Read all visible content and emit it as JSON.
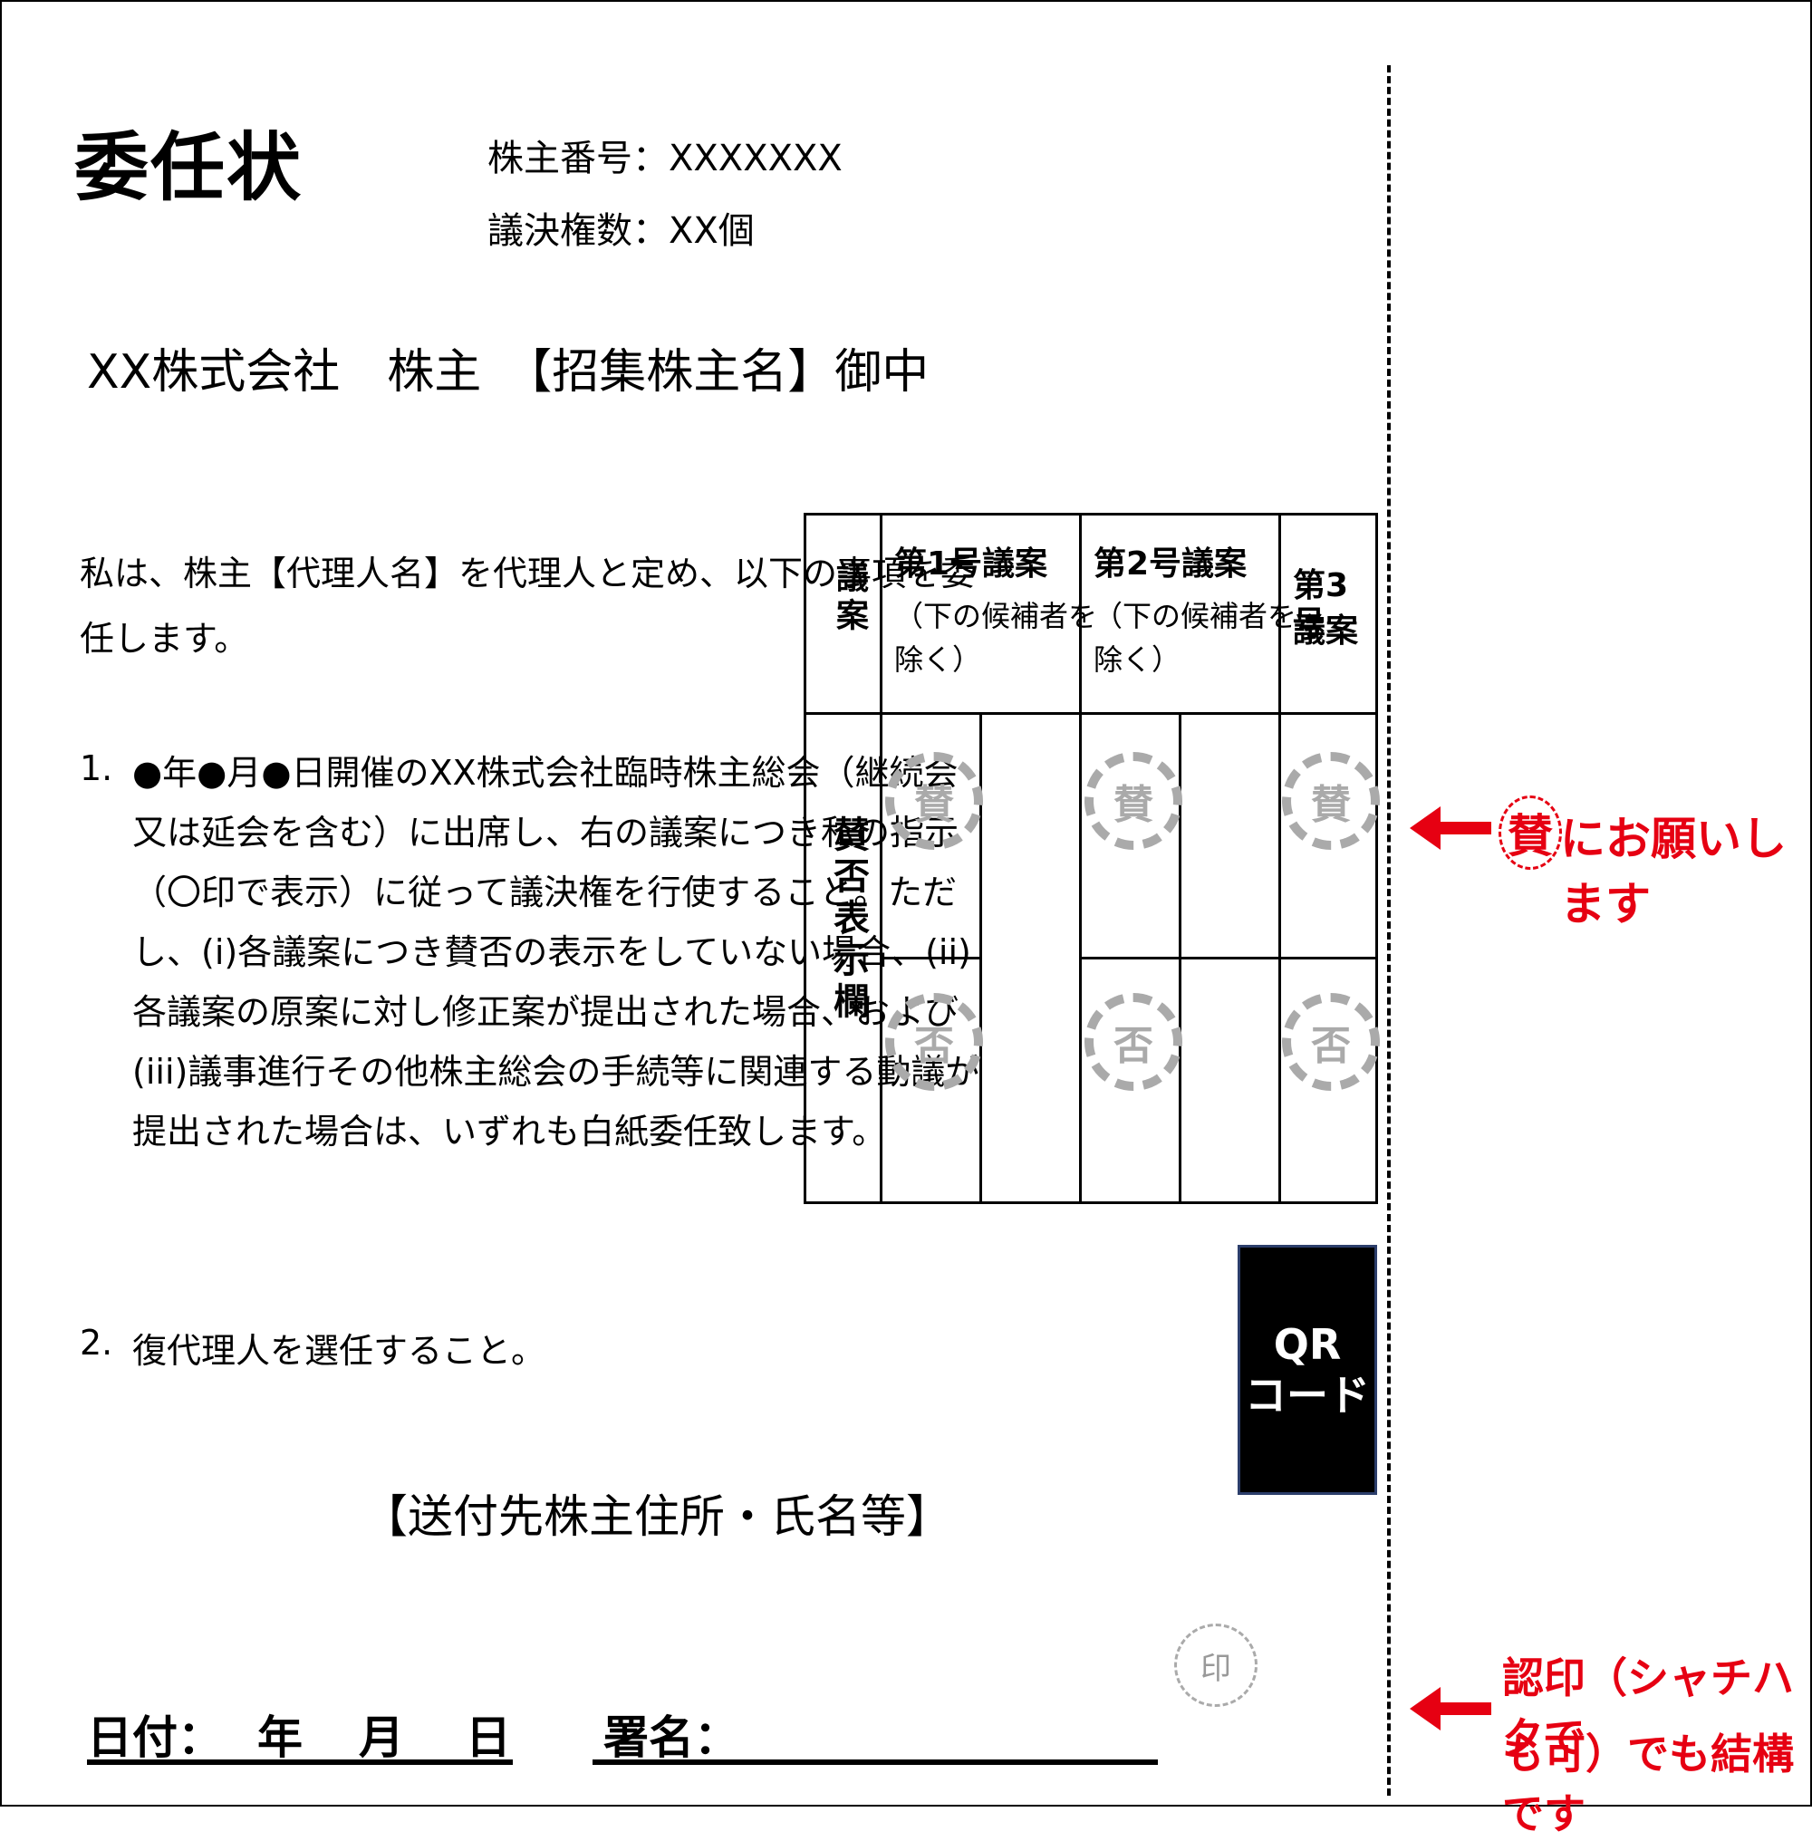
{
  "title": "委任状",
  "shareholder_number": "株主番号：XXXXXXX",
  "voting_rights": "議決権数：XX個",
  "addressee": "XX株式会社　株主　【招集株主名】御中",
  "intro_line1": "私は、株主【代理人名】を代理人と定め、以下の事項を委",
  "intro_line2": "任します。",
  "item1": {
    "number": "1.",
    "lines": [
      "●年●月●日開催のXX株式会社臨時株主総会（継続会",
      "又は延会を含む）に出席し、右の議案につき私の指示",
      "（〇印で表示）に従って議決権を行使すること。ただ",
      "し、(i)各議案につき賛否の表示をしていない場合、(ii)",
      "各議案の原案に対し修正案が提出された場合、および",
      "(iii)議事進行その他株主総会の手続等に関連する動議が",
      "提出された場合は、いずれも白紙委任致します。"
    ]
  },
  "item2": {
    "number": "2.",
    "text": "復代理人を選任すること。"
  },
  "send_to": "【送付先株主住所・氏名等】",
  "table": {
    "row_header": "議案",
    "vote_label": "賛否表示欄",
    "col1": {
      "title": "第1号議案",
      "sub_line1": "（下の候補者を",
      "sub_line2": "除く）"
    },
    "col2": {
      "title": "第2号議案",
      "sub_line1": "（下の候補者を",
      "sub_line2": "除く）"
    },
    "col3": {
      "line1": "第3号",
      "line2": "議案"
    },
    "approve": "賛",
    "reject": "否"
  },
  "qr": {
    "line1": "QR",
    "line2": "コード"
  },
  "note_approve": {
    "circled": "賛",
    "text": "にお願いします"
  },
  "note_seal": {
    "line1": "認印（シャチハタで",
    "line2": "も可）でも結構です"
  },
  "footer": {
    "date_label": "日付：",
    "year": "年",
    "month": "月",
    "day": "日",
    "signature_label": "署名：",
    "seal": "印"
  },
  "colors": {
    "red": "#e60012",
    "stamp_gray": "#aaaaaa"
  }
}
